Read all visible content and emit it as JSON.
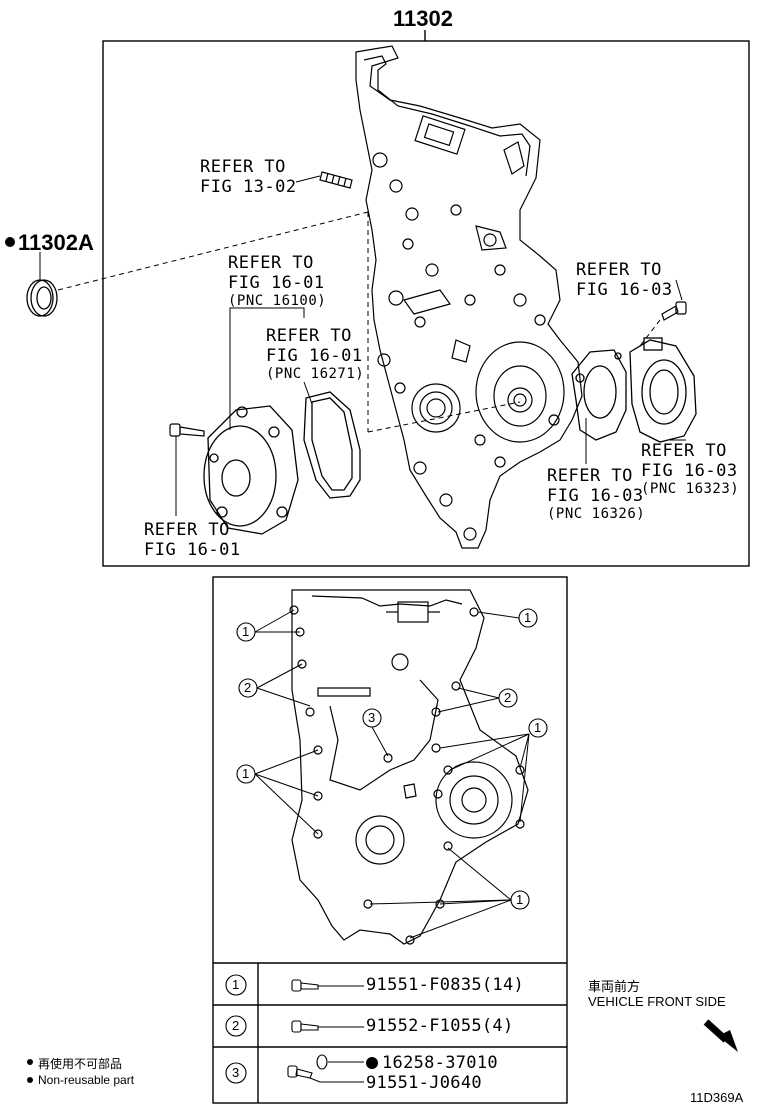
{
  "assembly_part": "11302",
  "seal_part": "11302A",
  "refer_to": "REFER TO",
  "refs": {
    "fig_13_02": "FIG 13-02",
    "fig_16_01_a": "FIG 16-01",
    "pnc_16100": "(PNC 16100)",
    "fig_16_01_b": "FIG 16-01",
    "pnc_16271": "(PNC 16271)",
    "fig_16_01_c": "FIG 16-01",
    "fig_16_03_a": "FIG 16-03",
    "fig_16_03_b": "FIG 16-03",
    "pnc_16323": "(PNC 16323)",
    "fig_16_03_c": "FIG 16-03",
    "pnc_16326": "(PNC 16326)"
  },
  "callouts": {
    "one": "1",
    "two": "2",
    "three": "3"
  },
  "bolt_table": [
    {
      "index": "1",
      "part": "91551-F0835(14)"
    },
    {
      "index": "2",
      "part": "91552-F1055(4)"
    },
    {
      "index": "3",
      "part_a": "16258-37010",
      "part_b": "91551-J0640"
    }
  ],
  "direction": {
    "jp": "車両前方",
    "en": "VEHICLE FRONT SIDE"
  },
  "legend": {
    "jp": "再使用不可部品",
    "en": "Non-reusable part"
  },
  "figure_code": "11D369A"
}
